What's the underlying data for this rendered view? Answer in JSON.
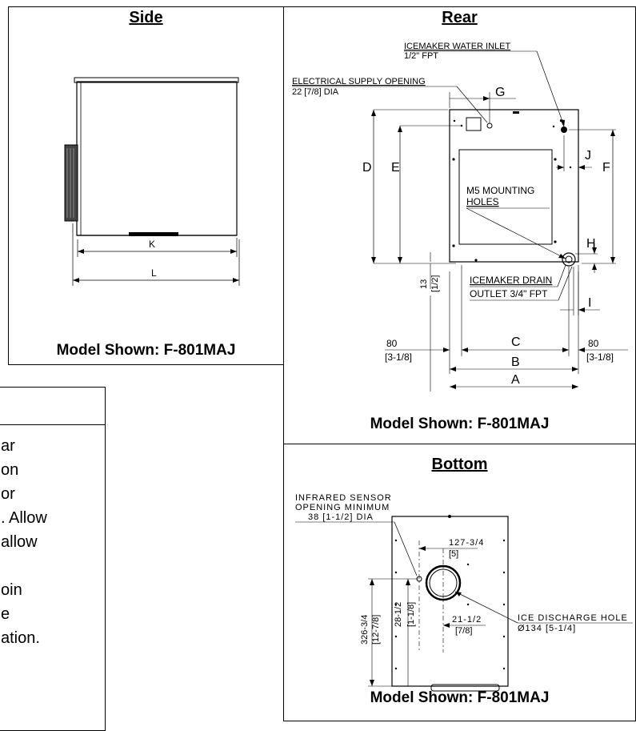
{
  "side": {
    "title": "Side",
    "caption": "Model Shown: F-801MAJ",
    "dim_k": "K",
    "dim_l": "L"
  },
  "rear": {
    "title": "Rear",
    "caption": "Model Shown: F-801MAJ",
    "water_inlet": "ICEMAKER WATER INLET",
    "water_inlet_size": "1/2\" FPT",
    "elec_opening": "ELECTRICAL SUPPLY OPENING",
    "elec_opening_size": "22 [7/8] DIA",
    "mounting_1": "M5 MOUNTING",
    "mounting_2": "HOLES",
    "drain_1": "ICEMAKER DRAIN",
    "drain_2": "OUTLET 3/4\" FPT",
    "dims": {
      "a": "A",
      "b": "B",
      "c": "C",
      "d": "D",
      "e": "E",
      "f": "F",
      "g": "G",
      "h": "H",
      "i": "I",
      "j": "J"
    },
    "left_offset_mm": "80",
    "left_offset_in": "[3-1/8]",
    "right_offset_mm": "80",
    "right_offset_in": "[3-1/8]",
    "bottom_mm": "13",
    "bottom_in": "[1/2]"
  },
  "bottom": {
    "title": "Bottom",
    "caption": "Model Shown: F-801MAJ",
    "sensor_1": "INFRARED SENSOR",
    "sensor_2": "OPENING MINIMUM",
    "sensor_3": "38 [1-1/2] DIA",
    "dim1_mm": "127-3/4",
    "dim1_in": "[5]",
    "dim2_mm": "21-1/2",
    "dim2_in": "[7/8]",
    "dim3_mm": "28-1/2",
    "dim3_in": "[1-1/8]",
    "dim4_mm": "326-3/4",
    "dim4_in": "[12-7/8]",
    "discharge_1": "ICE DISCHARGE HOLE",
    "discharge_2": "Ø134 [5-1/4]"
  },
  "note": {
    "lines": [
      "ar",
      "on",
      "or",
      ". Allow",
      "allow",
      "",
      "oin",
      "e",
      "ation."
    ]
  }
}
